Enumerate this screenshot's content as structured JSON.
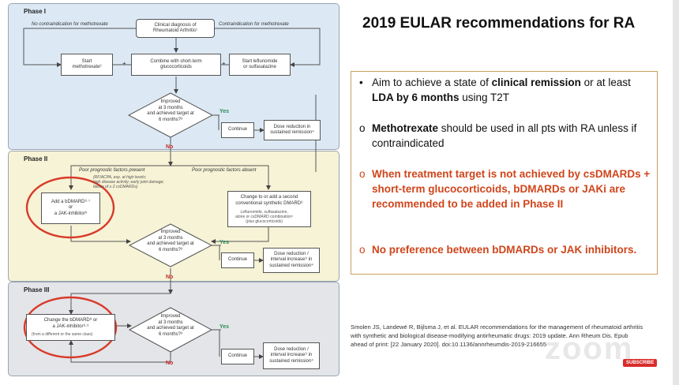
{
  "title": "2019 EULAR recommendations for RA",
  "bullets": [
    {
      "mark": "•",
      "parts": [
        {
          "text": "Aim to achieve a state of ",
          "style": "normal"
        },
        {
          "text": "clinical remission",
          "style": "bold"
        },
        {
          "text": " or at least ",
          "style": "normal"
        },
        {
          "text": "LDA by 6 months",
          "style": "bold"
        },
        {
          "text": " using T2T",
          "style": "normal"
        }
      ]
    },
    {
      "mark": "o",
      "parts": [
        {
          "text": "Methotrexate",
          "style": "bold"
        },
        {
          "text": " should be used in all pts with RA unless if contraindicated",
          "style": "normal"
        }
      ]
    },
    {
      "mark": "o",
      "parts": [
        {
          "text": "When treatment target is not achieved by csDMARDs + short-term glucocorticoids, bDMARDs or JAKi are recommended to be added in Phase II",
          "style": "red"
        }
      ]
    },
    {
      "mark": "o",
      "parts": [
        {
          "text": "No preference between bDMARDs or JAK inhibitors.",
          "style": "red"
        }
      ]
    }
  ],
  "reference": [
    "Smolen JS, Landewé R, Bijlsma J, et al. EULAR recommendations for the management of rheumatoid arthritis",
    "with synthetic and biological disease-modifying antirheumatic drugs: 2019 update. Ann Rheum Dis. Epub",
    "ahead of print: [22 January 2020]. doi:10.1136/annrheumdis-2019-216655"
  ],
  "watermark": "zoom",
  "subscribe": "SUBSCRIBE",
  "flow": {
    "phase1": {
      "label": "Phase I",
      "no_contra": "No contraindication for methotrexate",
      "contra": "Contraindication for methotrexate",
      "diagnosis": "Clinical diagnosis of\nRheumatoid Arthritis¹",
      "start_mtx": "Start\nmethotrexate²",
      "plus": "+",
      "combine": "Combine with short-term\nglucocorticoids",
      "start_lef": "Start leflunomide\nor sulfasalazine",
      "improved": "Improved\nat 3 months\nand achieved target at\n6 months?³",
      "yes": "Yes",
      "no": "No",
      "continue": "Continue",
      "dose_reduction": "Dose reduction in\nsustained remission⁴"
    },
    "phase2": {
      "label": "Phase II",
      "poor_present": "Poor prognostic factors present",
      "poor_absent": "Poor prognostic factors absent",
      "factors_note": "(RF/ACPA, esp. at high levels;\nhigh disease activity; early joint damage;\nfailure of ≥ 2 csDMARDs)",
      "add_bdmard": "Add a bDMARD⁶·⁷\nor\na JAK-inhibitor⁸",
      "change_csdmard": "Change to or add a second\nconventional synthetic DMARD⁶",
      "csdmard_note": "Leflunomide, sulfasalazine,\nalone or csDMARD combination⁵\n(plus glucocorticoids)",
      "improved": "Improved\nat 3 months\nand achieved target at\n6 months?³",
      "yes": "Yes",
      "no": "No",
      "continue": "Continue",
      "dose_reduction": "Dose reduction /\ninterval increase⁹ in\nsustained remission⁴"
    },
    "phase3": {
      "label": "Phase III",
      "change_bdmard": "Change the bDMARD⁸ or\na JAK-inhibitor⁸·⁹",
      "change_note": "(from a different or the same class)",
      "improved": "Improved\nat 3 months\nand achieved target at\n6 months?³",
      "yes": "Yes",
      "no": "No",
      "continue": "Continue",
      "dose_reduction": "Dose reduction /\ninterval increase⁹ in\nsustained remission⁴"
    }
  },
  "colors": {
    "phase1_bg": "#dce9f5",
    "phase2_bg": "#f6f3d6",
    "phase3_bg": "#e3e5e8",
    "highlight_circle": "#d93a2a",
    "yes_green": "#2e8b57",
    "no_red": "#c62828",
    "accent_red": "#d0451b"
  }
}
